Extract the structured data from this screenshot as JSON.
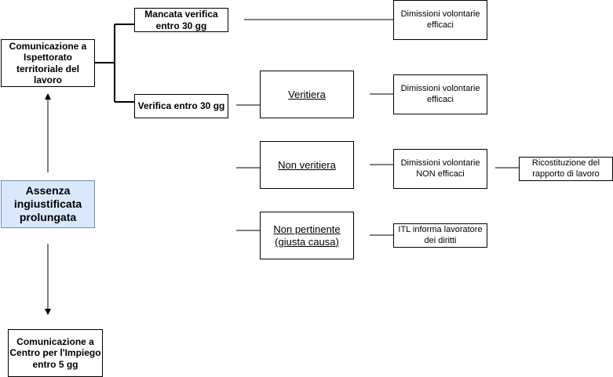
{
  "nodes": {
    "comunicazione_itl": "Comunicazione a Ispettorato territoriale del lavoro",
    "mancata_verifica": "Mancata verifica entro 30 gg",
    "verifica": "Verifica entro 30 gg",
    "dimissioni_efficaci_1": "Dimissioni volontarie efficaci",
    "veritiera": "Veritiera",
    "dimissioni_efficaci_2": "Dimissioni volontarie efficaci",
    "non_veritiera": "Non veritiera",
    "dimissioni_non_efficaci": "Dimissioni volontarie NON efficaci",
    "ricostituzione": "Ricostituzione del rapporto di lavoro",
    "non_pertinente": "Non pertinente (giusta causa)",
    "itl_informa": "ITL informa lavoratore dei diritti",
    "assenza": "Assenza ingiustificata prolungata",
    "comunicazione_cpi": "Comunicazione a Centro per l'Impiego entro 5 gg"
  },
  "colors": {
    "highlight_fill": "#dae8fc",
    "highlight_border": "#6c8ebf"
  }
}
